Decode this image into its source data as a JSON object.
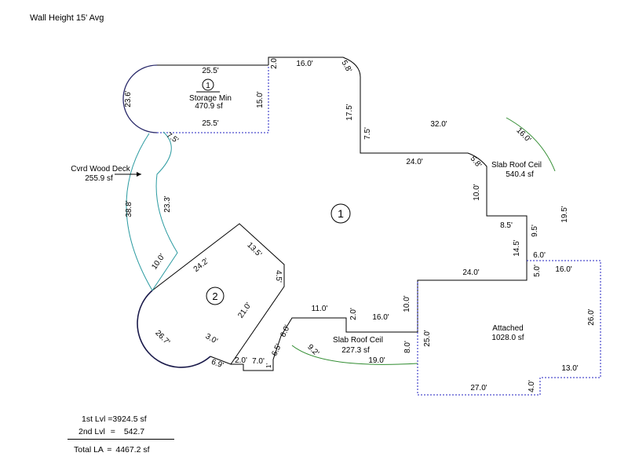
{
  "header": {
    "title": "Wall Height 15' Avg"
  },
  "areas": {
    "storage": {
      "number": "1",
      "name": "Storage Min",
      "size": "470.9 sf"
    },
    "deck": {
      "name": "Cvrd Wood Deck",
      "size": "255.9 sf"
    },
    "slab_upper": {
      "name": "Slab Roof Ceil",
      "size": "540.4 sf"
    },
    "slab_lower": {
      "name": "Slab Roof Ceil",
      "size": "227.3 sf"
    },
    "attached": {
      "name": "Attached",
      "size": "1028.0 sf"
    },
    "main_level_1": {
      "number": "1"
    },
    "main_level_2": {
      "number": "2"
    }
  },
  "dimensions": {
    "d1": "25.5'",
    "d2": "25.5'",
    "d3": "23.6'",
    "d4": "15.0'",
    "d5": "2.0'",
    "d6": "16.0'",
    "d7": "5.8'",
    "d8": "17.5'",
    "d9": "7.5'",
    "d10": "32.0'",
    "d11": "24.0'",
    "d12": "5.8'",
    "d13": "16.0'",
    "d14": "10.0'",
    "d15": "19.5'",
    "d16": "8.5'",
    "d17": "9.5'",
    "d18": "14.5'",
    "d19": "6.0'",
    "d20": "5.0'",
    "d21": "16.0'",
    "d22": "24.0'",
    "d23": "26.0'",
    "d24": "13.0'",
    "d25": "4.0'",
    "d26": "27.0'",
    "d27": "25.0'",
    "d28": "8.0'",
    "d29": "10.0'",
    "d30": "16.0'",
    "d31": "2.0'",
    "d32": "11.0'",
    "d33": "19.0'",
    "d34": "9.2'",
    "d35": "6.0'",
    "d36": "6.5'",
    "d37": "1'",
    "d38": "7.0'",
    "d39": "2.0'",
    "d40": "6.9'",
    "d41": "3.0'",
    "d42": "26.7'",
    "d43": "21.0'",
    "d44": "4.5'",
    "d45": "13.5'",
    "d46": "24.2'",
    "d47": "10.0'",
    "d48": "38.8'",
    "d49": "23.3'",
    "d50": "7.5'"
  },
  "summary": {
    "l1_label": "1st Lvl",
    "l1_value": "=3924.5 sf",
    "l2_label": "2nd Lvl",
    "l2_eq": "=",
    "l2_value": "542.7",
    "total_label": "Total LA",
    "total_eq": "=",
    "total_value": "4467.2 sf"
  },
  "colors": {
    "wall": "#000000",
    "dashed": "#2020c0",
    "deck": "#2a9aa0",
    "slab": "#2e8b2e"
  }
}
